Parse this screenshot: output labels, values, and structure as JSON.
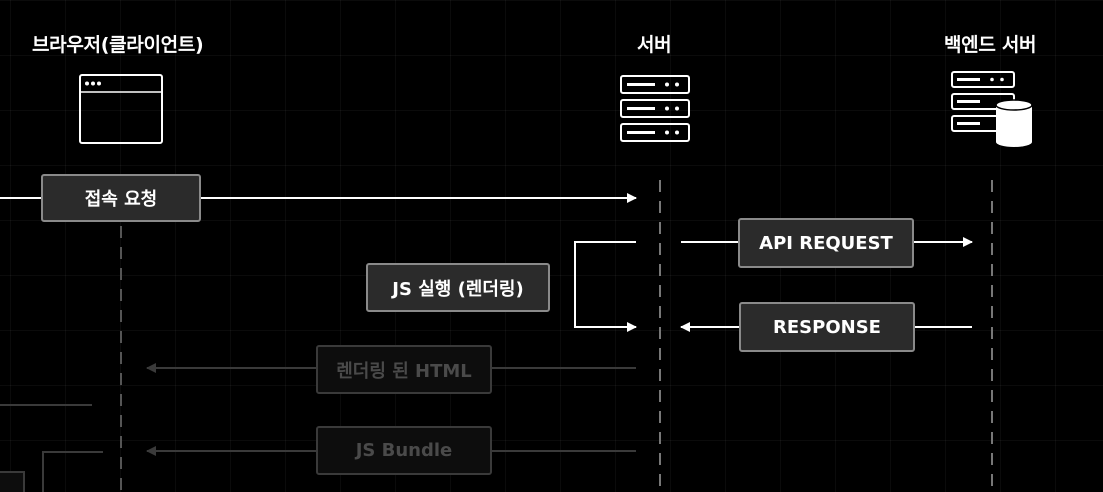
{
  "actors": {
    "client": "브라우저(클라이언트)",
    "server": "서버",
    "backend": "백엔드 서버"
  },
  "messages": {
    "connect_request": "접속 요청",
    "js_exec": "JS 실행 (렌더링)",
    "api_request": "API REQUEST",
    "response": "RESPONSE",
    "rendered_html": "렌더링 된 HTML",
    "js_bundle": "JS Bundle"
  },
  "icons": {
    "client": "browser-window-icon",
    "server": "server-rack-icon",
    "backend": "server-database-icon"
  },
  "colors": {
    "background": "#000000",
    "line": "#ffffff",
    "box_fill": "#2b2b2b",
    "box_border": "#8a8a8a",
    "faded": "#3a3a3a"
  }
}
